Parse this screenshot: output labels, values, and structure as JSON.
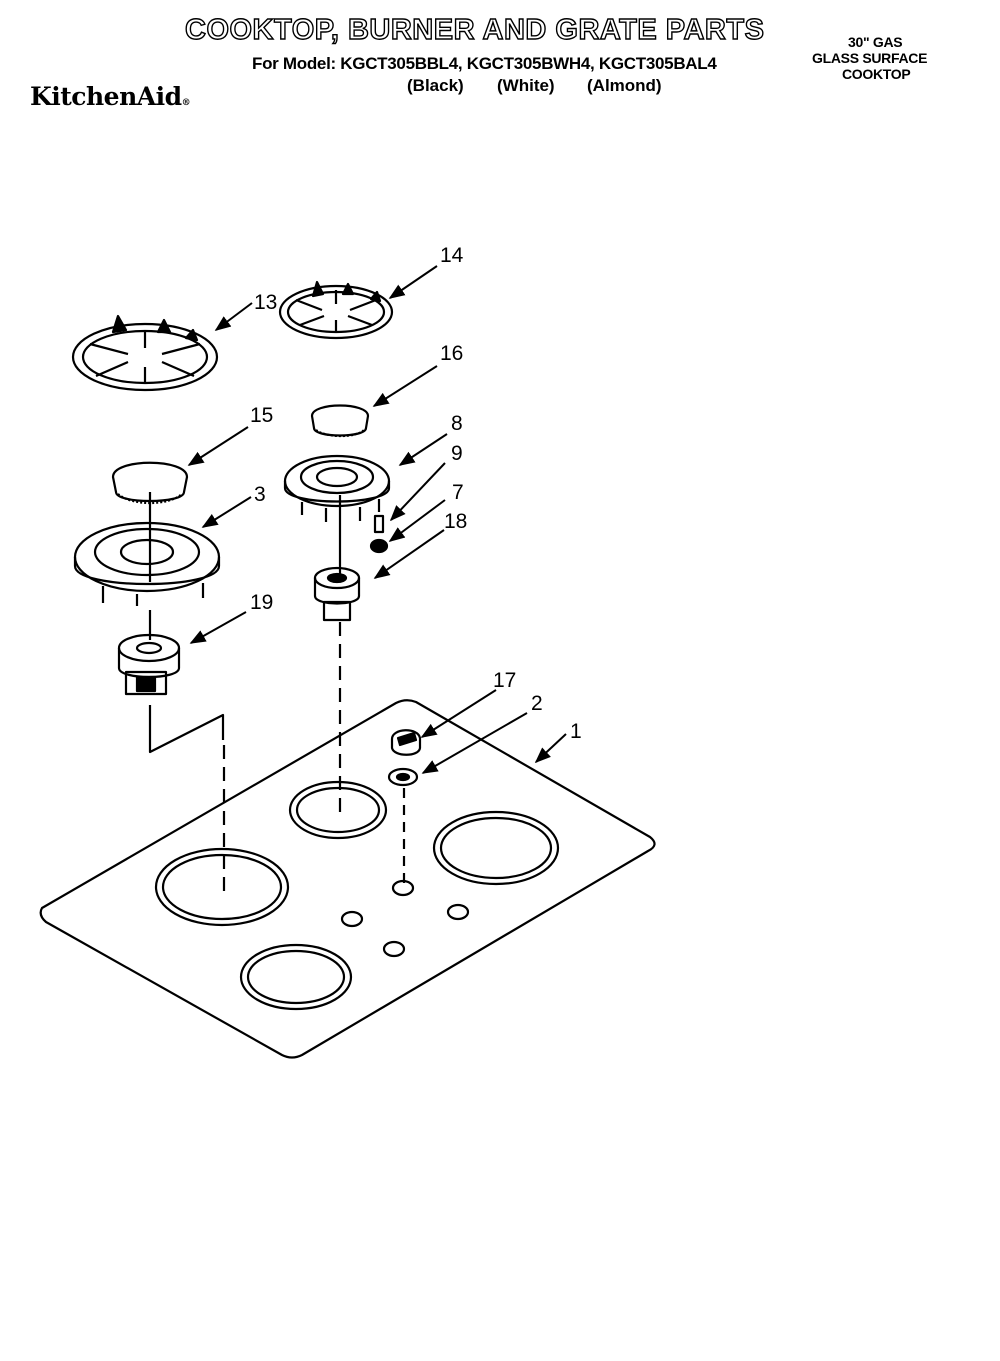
{
  "header": {
    "title": "COOKTOP, BURNER AND GRATE PARTS",
    "models_line": "For Model: KGCT305BBL4, KGCT305BWH4, KGCT305BAL4",
    "colors": [
      "(Black)",
      "(White)",
      "(Almond)"
    ],
    "brand": "KitchenAid",
    "brand_mark": "®",
    "spec_lines": [
      "30\" GAS",
      "GLASS SURFACE",
      "COOKTOP"
    ]
  },
  "callouts": [
    "14",
    "13",
    "16",
    "15",
    "8",
    "9",
    "3",
    "7",
    "18",
    "19",
    "17",
    "2",
    "1"
  ],
  "colors": {
    "ink": "#000000",
    "paper": "#ffffff"
  }
}
